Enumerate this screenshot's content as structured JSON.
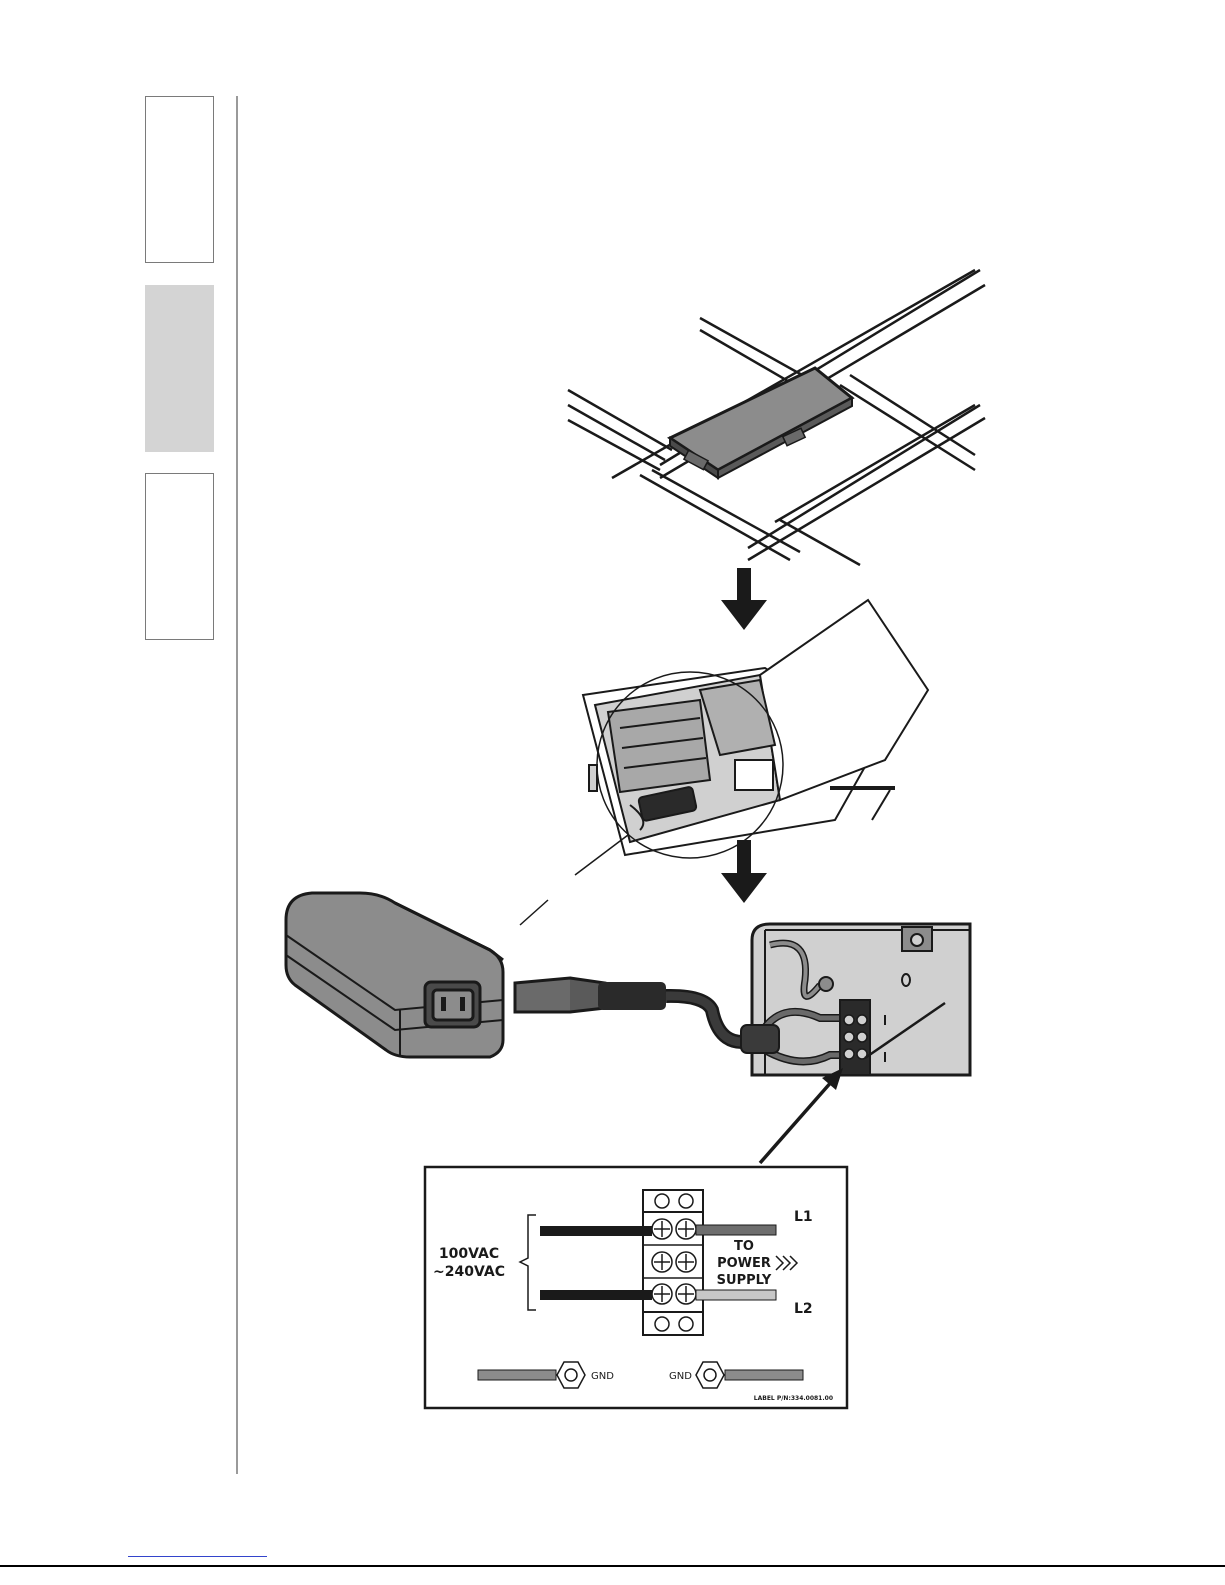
{
  "sidebar": {
    "tabs": [
      {
        "state": "inactive"
      },
      {
        "state": "active"
      },
      {
        "state": "inactive"
      }
    ]
  },
  "wiring_label": {
    "voltage_line1": "100VAC",
    "voltage_line2": "~240VAC",
    "l1": "L1",
    "l2": "L2",
    "to_power_supply_line1": "TO",
    "to_power_supply_line2": "POWER",
    "to_power_supply_line3": "SUPPLY",
    "gnd_left": "GND",
    "gnd_right": "GND",
    "part_number": "LABEL P/N:334.0081.00"
  },
  "colors": {
    "panel_gray": "#8c8c8c",
    "dark_gray": "#4a4a4a",
    "line": "#1a1a1a",
    "tab_active": "#d4d4d4"
  }
}
